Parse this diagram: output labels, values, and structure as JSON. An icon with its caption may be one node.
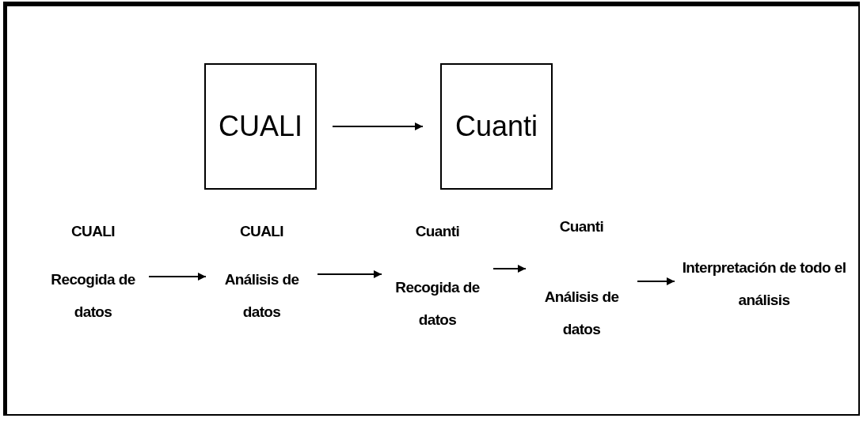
{
  "diagram": {
    "nodes": [
      {
        "text": [
          "CUALI"
        ]
      },
      {
        "text": [
          "Cuanti"
        ]
      },
      {
        "text": [
          "CUALI",
          "Recogida de datos"
        ]
      },
      {
        "text": [
          "CUALI",
          "Análisis de datos"
        ]
      },
      {
        "text": [
          "Cuanti",
          "Recogida de datos"
        ]
      },
      {
        "text": [
          "Cuanti",
          "Análisis de datos"
        ]
      },
      {
        "text": [
          "Interpretación de todo el análisis"
        ]
      }
    ],
    "edges": [
      {
        "from": 0,
        "to": 1,
        "arrow": "to"
      },
      {
        "from": 2,
        "to": 3,
        "arrow": "to"
      },
      {
        "from": 3,
        "to": 4,
        "arrow": "to"
      },
      {
        "from": 4,
        "to": 5,
        "arrow": "to"
      },
      {
        "from": 5,
        "to": 6,
        "arrow": "to"
      }
    ]
  }
}
